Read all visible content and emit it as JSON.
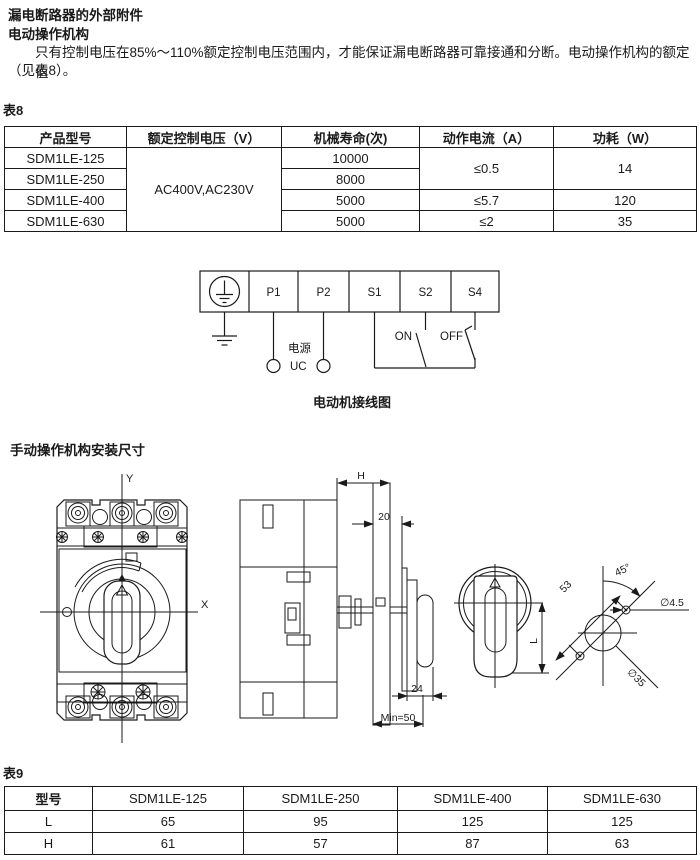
{
  "page": {
    "title1": "漏电断路器的外部附件",
    "title2": "电动操作机构",
    "para_line1": "只有控制电压在85%～110%额定控制电压范围内，才能保证漏电断路器可靠接通和分断。电动操作机构的额定值",
    "para_line2": "（见表8）。"
  },
  "table8": {
    "label": "表8",
    "headers": [
      "产品型号",
      "额定控制电压（V）",
      "机械寿命(次)",
      "动作电流（A）",
      "功耗（W）"
    ],
    "col1": [
      "SDM1LE-125",
      "SDM1LE-250",
      "SDM1LE-400",
      "SDM1LE-630"
    ],
    "voltage": "AC400V,AC230V",
    "life": [
      "10000",
      "8000",
      "5000",
      "5000"
    ],
    "current_12": "≤0.5",
    "current_3": "≤5.7",
    "current_4": "≤2",
    "power_12": "14",
    "power_3": "120",
    "power_4": "35"
  },
  "wiring": {
    "terminals": [
      "P1",
      "P2",
      "S1",
      "S2",
      "S4"
    ],
    "power_label": "电源",
    "uc_label": "UC",
    "on_label": "ON",
    "off_label": "OFF",
    "caption": "电动机接线图"
  },
  "manual": {
    "title": "手动操作机构安装尺寸",
    "axis_x": "X",
    "axis_y": "Y",
    "dim_h": "H",
    "dim_20": "20",
    "dim_24": "24",
    "dim_min50": "Min=50",
    "dim_l": "L",
    "dim_53": "53",
    "dim_45": "45°",
    "dim_d45": "∅4.5",
    "dim_d35": "∅35"
  },
  "table9": {
    "label": "表9",
    "headers": [
      "型号",
      "SDM1LE-125",
      "SDM1LE-250",
      "SDM1LE-400",
      "SDM1LE-630"
    ],
    "rows": [
      {
        "name": "L",
        "values": [
          "65",
          "95",
          "125",
          "125"
        ]
      },
      {
        "name": "H",
        "values": [
          "61",
          "57",
          "87",
          "63"
        ]
      }
    ]
  }
}
